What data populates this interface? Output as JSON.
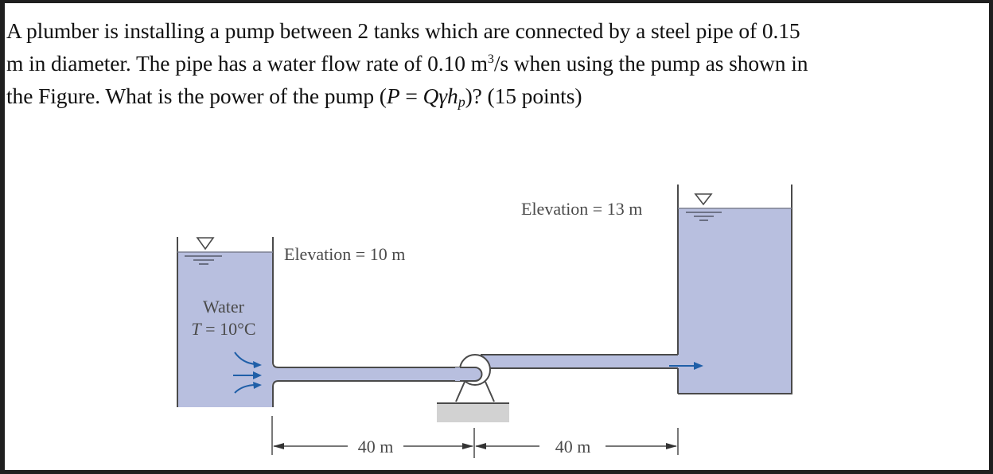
{
  "question": {
    "line1": "A plumber is installing a pump between 2 tanks which are connected by a steel pipe of 0.15",
    "line2_pre": "m in diameter. The pipe has a water flow rate of 0.10 m",
    "line2_sup": "3",
    "line2_post": "/s when using the pump as shown in",
    "line3_pre": "the Figure. What is the power of the pump (",
    "formula_P": "P",
    "formula_eq": " = ",
    "formula_rhs": "Qγh",
    "formula_sub": "p",
    "line3_post": ")?  (15 points)"
  },
  "figure": {
    "left_tank": {
      "elevation_label": "Elevation = 10 m",
      "fluid_label": "Water",
      "temp_label_var": "T",
      "temp_label_val": " = 10°C"
    },
    "right_tank": {
      "elevation_label": "Elevation = 13 m"
    },
    "dimensions": {
      "left_segment": "40 m",
      "right_segment": "40 m"
    },
    "colors": {
      "water": "#b8bfdf",
      "outline": "#4a4a4a",
      "flow_arrow": "#1f5fa8",
      "pump_base": "#d2d2d2",
      "frame": "#1f1f1f"
    }
  }
}
